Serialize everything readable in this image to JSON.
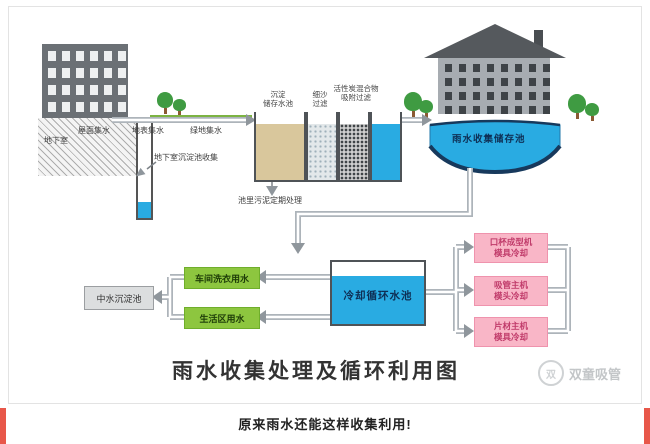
{
  "page": {
    "caption": "原来雨水还能这样收集利用!",
    "accent_color": "#e8574a"
  },
  "diagram": {
    "title": "雨水收集处理及循环利用图",
    "brand": "双童吸管",
    "collection": {
      "roof": "屋面集水",
      "surface": "地表集水",
      "green": "绿地集水",
      "basement": "地下室",
      "basement_collect": "地下室沉淀池收集"
    },
    "treatment": {
      "tank_settle": "沉淀\n储存水池",
      "tank_sand": "细沙\n过滤",
      "tank_carbon": "活性炭混合物\n吸附过滤",
      "sludge_note": "池里污泥定期处理"
    },
    "storage_pool": "雨水收集储存池",
    "reuse": {
      "reclaimed_pool": "中水沉淀池",
      "workshop_water": "车间洗衣用水",
      "living_water": "生活区用水",
      "cooling_pool": "冷却循环水池",
      "machines": [
        "口杯成型机\n模具冷却",
        "吸管主机\n模头冷却",
        "片材主机\n模具冷却"
      ]
    },
    "colors": {
      "water_blue": "#29abe2",
      "pool_dark": "#17395c",
      "green_box": "#8dc63f",
      "pink_box": "#f9b6c7",
      "tank_tan": "#d9c79c",
      "pipe_gray": "#adb4ba"
    }
  }
}
